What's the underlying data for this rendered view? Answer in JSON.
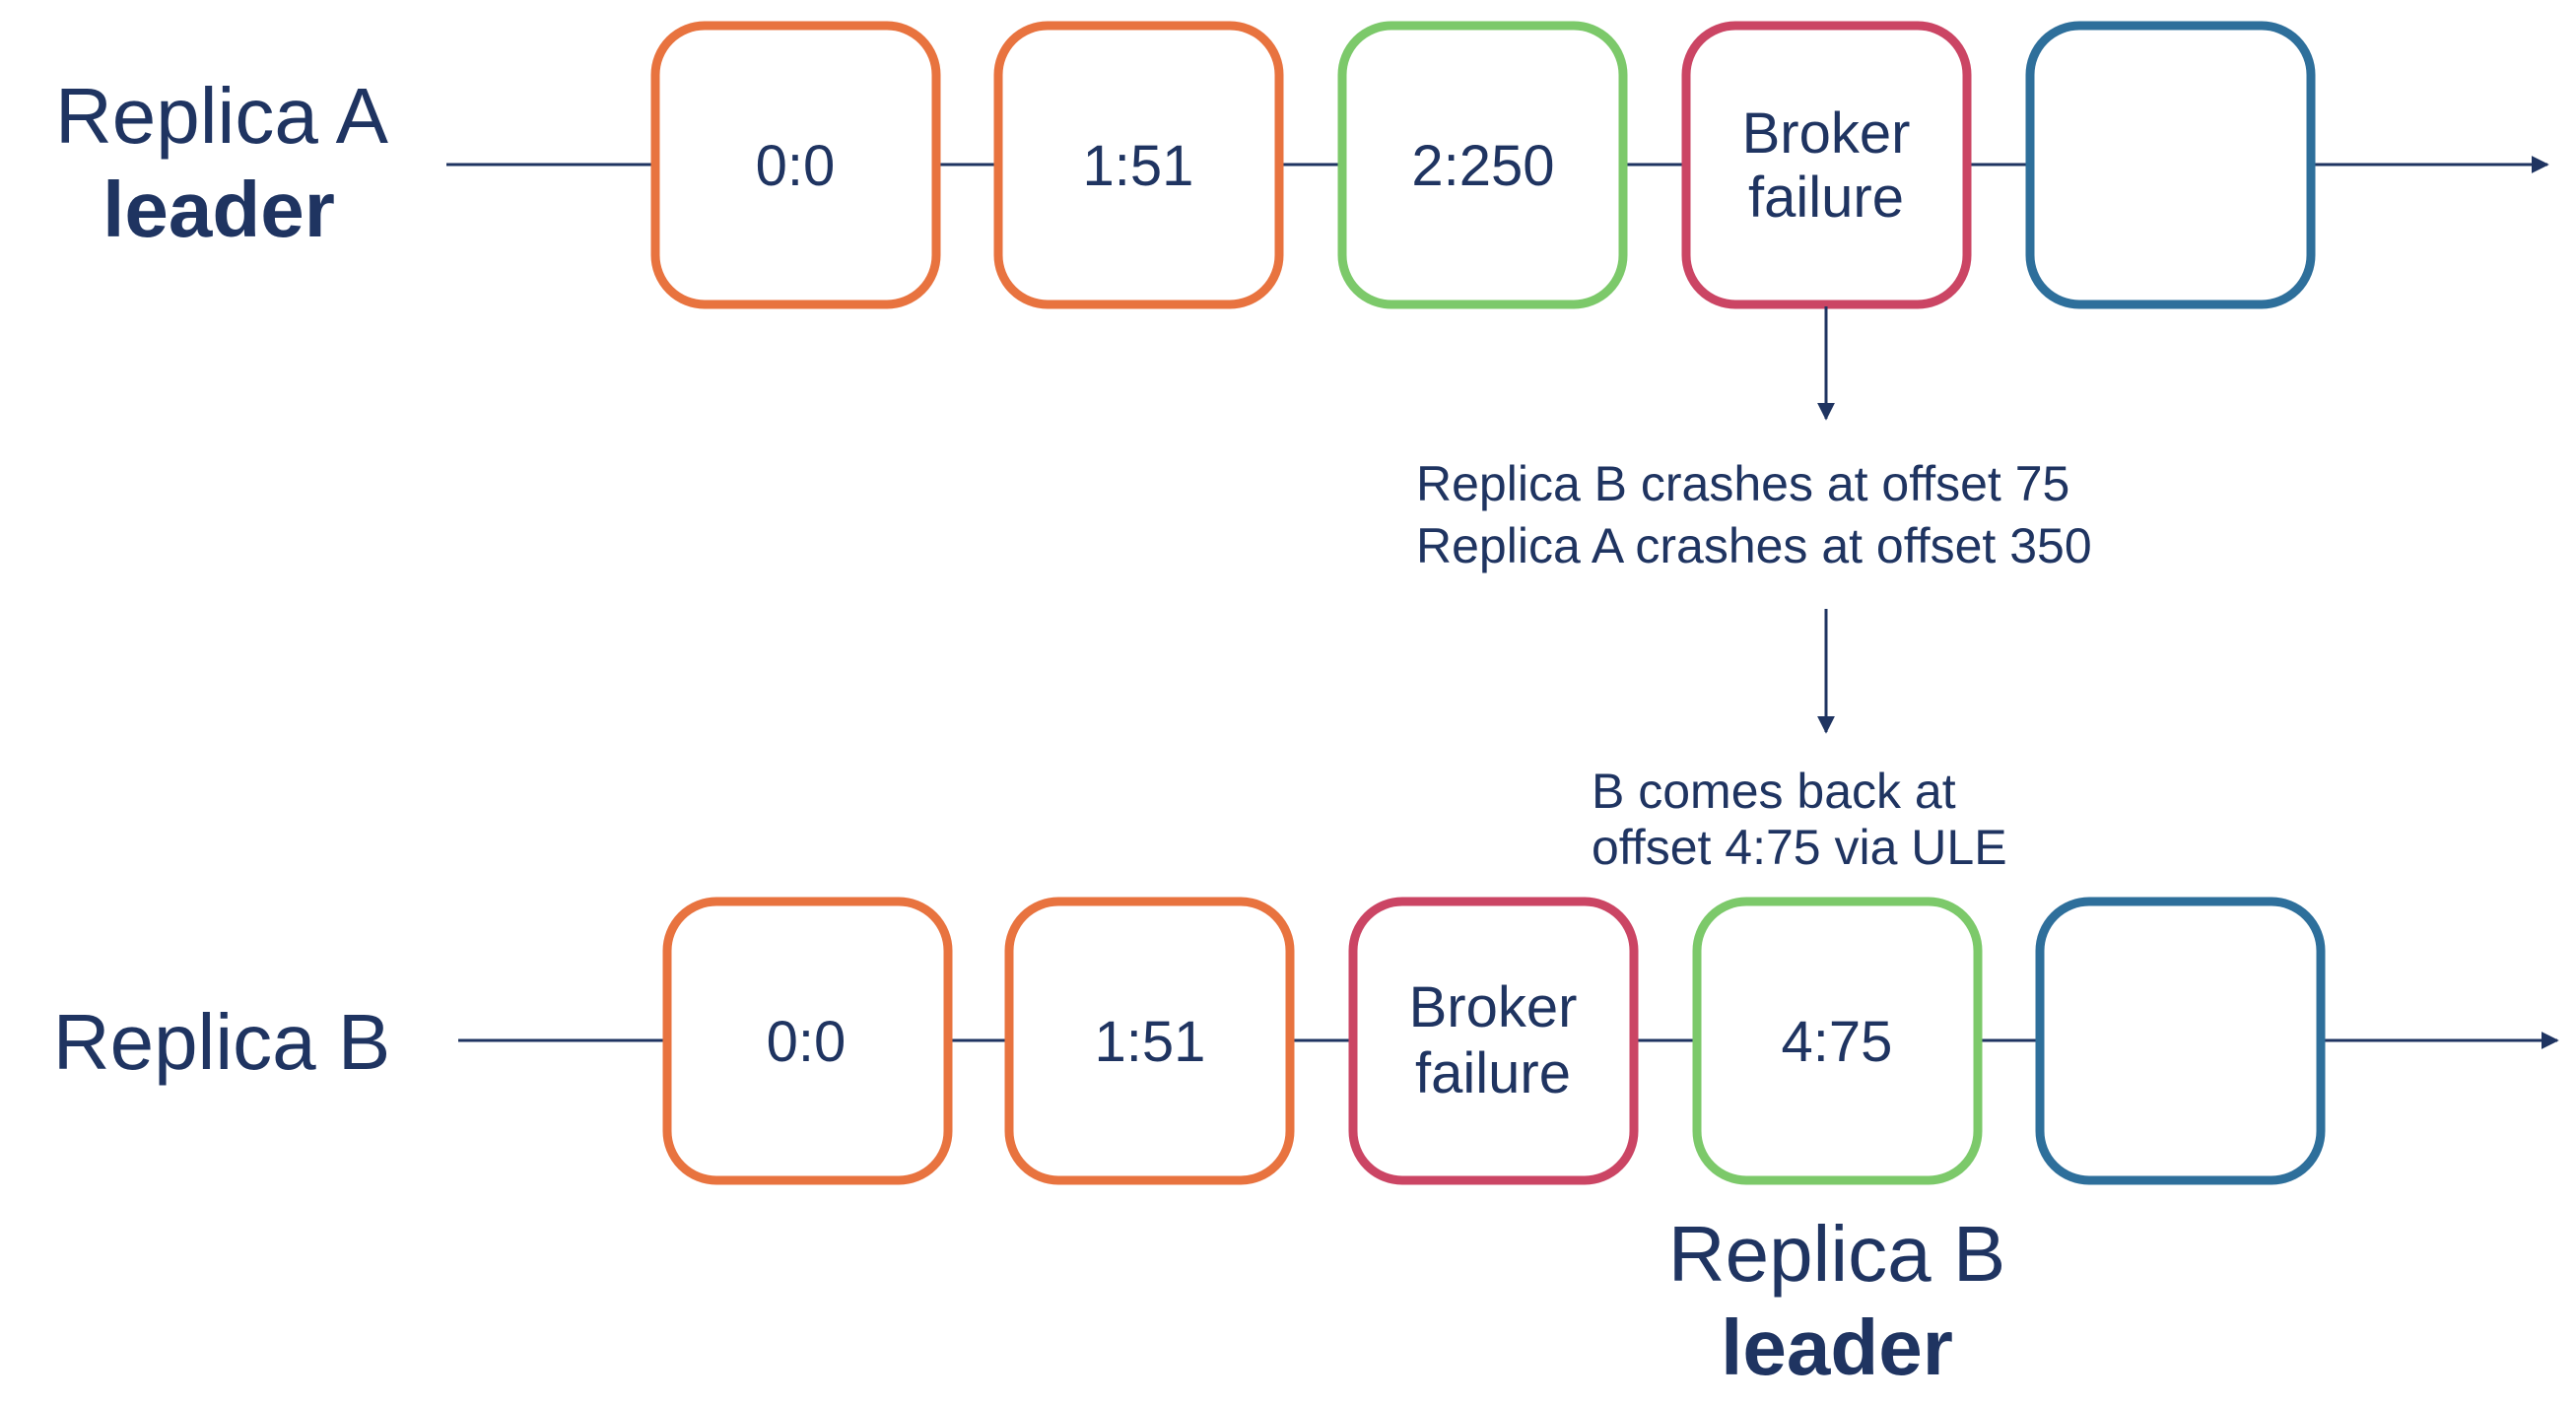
{
  "colors": {
    "text": "#1f3461",
    "line": "#1f3461",
    "orange": "#e8733f",
    "green": "#7cc96a",
    "red": "#cb4564",
    "blue": "#2e6f9b"
  },
  "replica_a": {
    "label": "Replica A",
    "role": "leader",
    "boxes": [
      {
        "text": "0:0",
        "color": "orange"
      },
      {
        "text": "1:51",
        "color": "orange"
      },
      {
        "text": "2:250",
        "color": "green"
      },
      {
        "text_line1": "Broker",
        "text_line2": "failure",
        "color": "red"
      },
      {
        "text": "",
        "color": "blue"
      }
    ]
  },
  "middle": {
    "crash_line1": "Replica B crashes at offset 75",
    "crash_line2": "Replica A crashes at offset 350",
    "comeback_line1": "B comes back at",
    "comeback_line2": "offset 4:75 via ULE"
  },
  "replica_b": {
    "label": "Replica B",
    "boxes": [
      {
        "text": "0:0",
        "color": "orange"
      },
      {
        "text": "1:51",
        "color": "orange"
      },
      {
        "text_line1": "Broker",
        "text_line2": "failure",
        "color": "red"
      },
      {
        "text": "4:75",
        "color": "green"
      },
      {
        "text": "",
        "color": "blue"
      }
    ]
  },
  "replica_b_leader": {
    "label": "Replica B",
    "role": "leader"
  }
}
